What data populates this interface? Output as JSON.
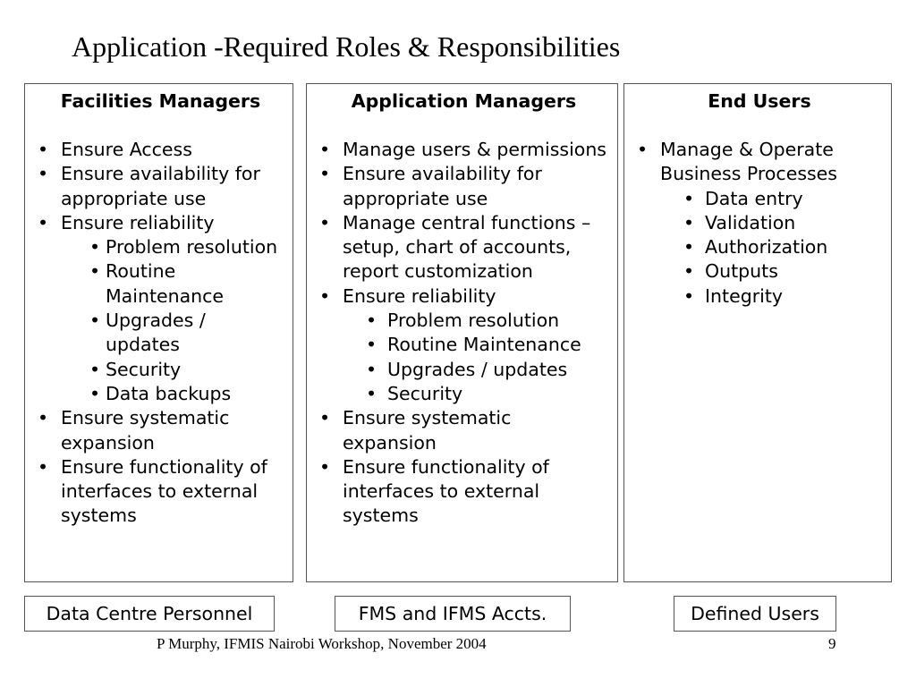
{
  "slide": {
    "title": "Application -Required Roles & Responsibilities",
    "footer": "P Murphy, IFMIS Nairobi Workshop, November 2004",
    "page_number": "9"
  },
  "columns": [
    {
      "header": "Facilities Managers",
      "items": [
        {
          "text": "Ensure Access"
        },
        {
          "text": "Ensure availability for appropriate use"
        },
        {
          "text": "Ensure reliability",
          "sub": [
            "Problem resolution",
            "Routine Maintenance",
            "Upgrades / updates",
            "Security",
            "Data backups"
          ]
        },
        {
          "text": "Ensure systematic expansion"
        },
        {
          "text": "Ensure functionality of interfaces to external systems"
        }
      ],
      "label": "Data Centre Personnel"
    },
    {
      "header": "Application Managers",
      "items": [
        {
          "text": "Manage users & permissions"
        },
        {
          "text": "Ensure availability for appropriate use"
        },
        {
          "text": "Manage central functions – setup, chart of accounts, report customization"
        },
        {
          "text": "Ensure reliability",
          "sub": [
            "Problem resolution",
            "Routine Maintenance",
            "Upgrades / updates",
            "Security"
          ]
        },
        {
          "text": "Ensure systematic expansion"
        },
        {
          "text": "Ensure functionality of interfaces to external systems"
        }
      ],
      "label": "FMS and IFMS Accts."
    },
    {
      "header": "End Users",
      "items": [
        {
          "text": "Manage & Operate Business Processes",
          "sub": [
            "Data entry",
            "Validation",
            "Authorization",
            "Outputs",
            "Integrity"
          ]
        }
      ],
      "label": "Defined Users"
    }
  ],
  "bullet_glyph": "•"
}
